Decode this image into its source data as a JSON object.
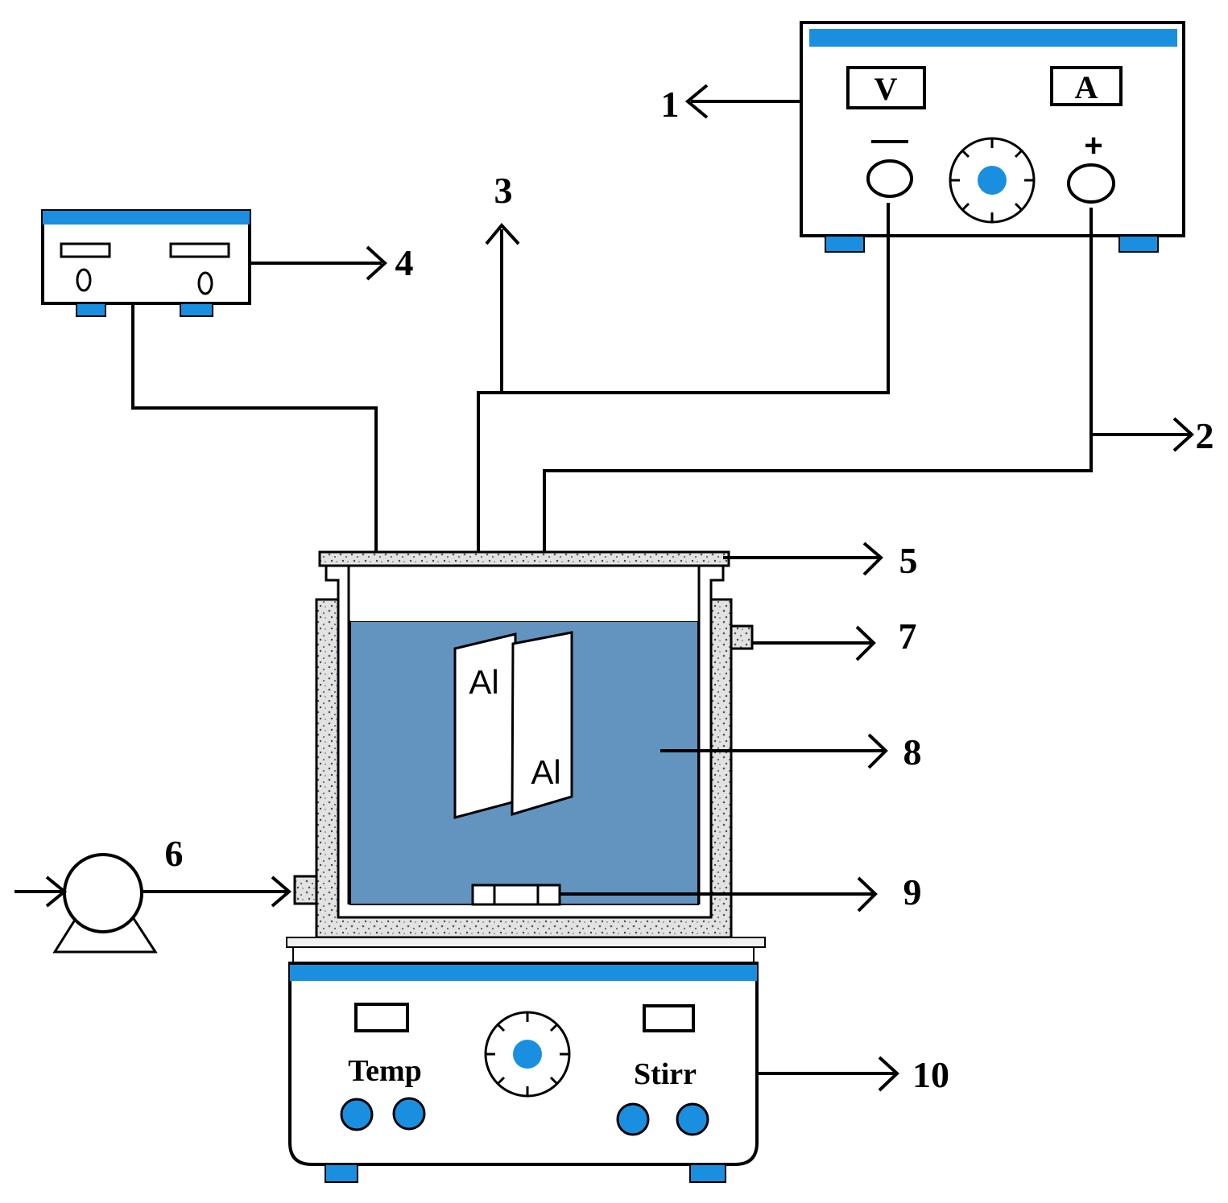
{
  "colors": {
    "accent_blue": "#1a8fe0",
    "electrolyte": "#6394c0",
    "insulation": "#e0e0e0",
    "line": "#000000"
  },
  "callouts": {
    "power_supply": "1",
    "anode_wire": "2",
    "cathode_wire": "3",
    "multimeter": "4",
    "lid": "5",
    "pump": "6",
    "water_outlet": "7",
    "electrolyte": "8",
    "stir_bar": "9",
    "hot_plate_stirrer": "10"
  },
  "power_supply": {
    "volt_label": "V",
    "amp_label": "A",
    "negative_sign": "—",
    "positive_sign": "+"
  },
  "electrodes": {
    "cathode": "Al",
    "anode": "Al"
  },
  "hot_plate": {
    "temp_label": "Temp",
    "stirr_label": "Stirr"
  }
}
